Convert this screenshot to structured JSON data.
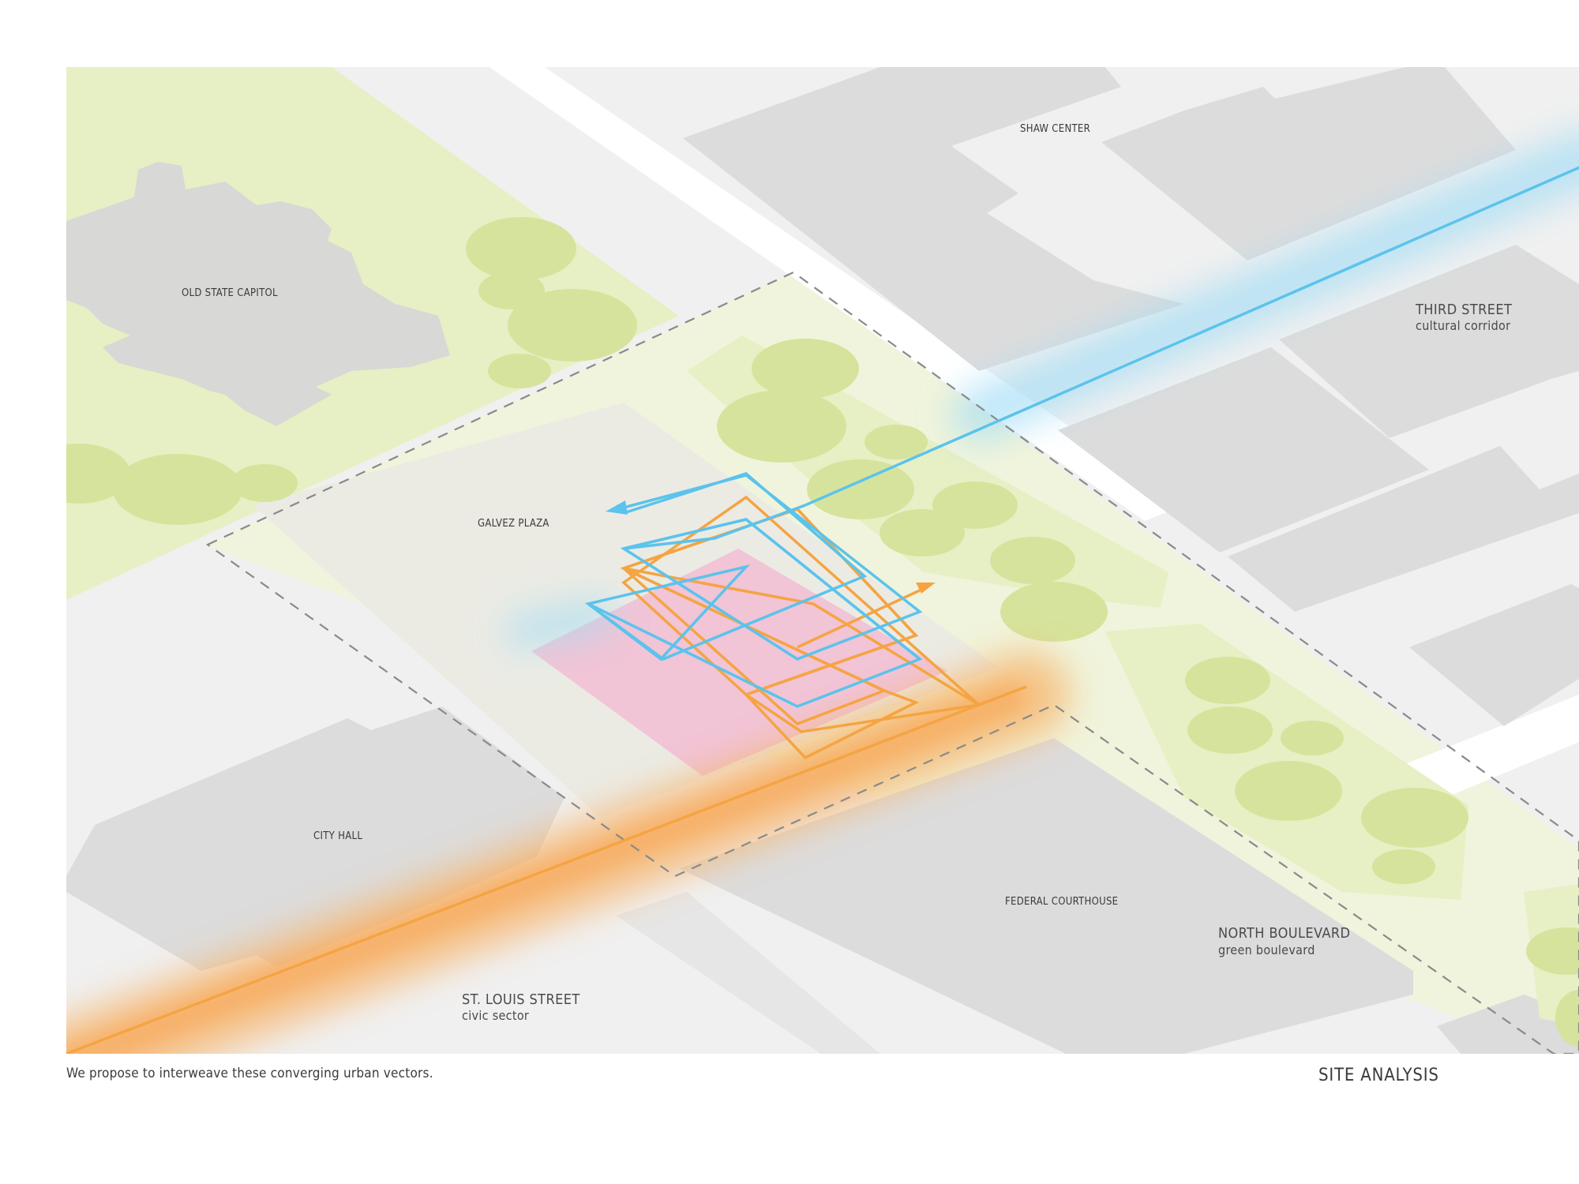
{
  "labels": {
    "old_state_capitol": "OLD STATE CAPITOL",
    "shaw_center": "SHAW CENTER",
    "galvez_plaza": "GALVEZ PLAZA",
    "city_hall": "CITY HALL",
    "federal_courthouse": "FEDERAL COURTHOUSE"
  },
  "streets": {
    "third_street": {
      "name": "THIRD STREET",
      "subtitle": "cultural corridor",
      "color": "#5bc3ec"
    },
    "north_boulevard": {
      "name": "NORTH BOULEVARD",
      "subtitle": "green boulevard",
      "color": "#d9e6a2"
    },
    "st_louis_street": {
      "name": "ST. LOUIS STREET",
      "subtitle": "civic sector",
      "color": "#f5a442"
    }
  },
  "caption": "We propose to interweave these converging urban vectors.",
  "sheet_title": "SITE ANALYSIS",
  "colors": {
    "building": "#dcdcdc",
    "pavement": "#efefef",
    "green": "#e7efc4",
    "tree": "#d6e39c",
    "site_highlight": "#f1c4d6",
    "cultural_vector": "#5bc3ec",
    "civic_vector": "#f5a442",
    "boundary": "#8a8a8a"
  }
}
